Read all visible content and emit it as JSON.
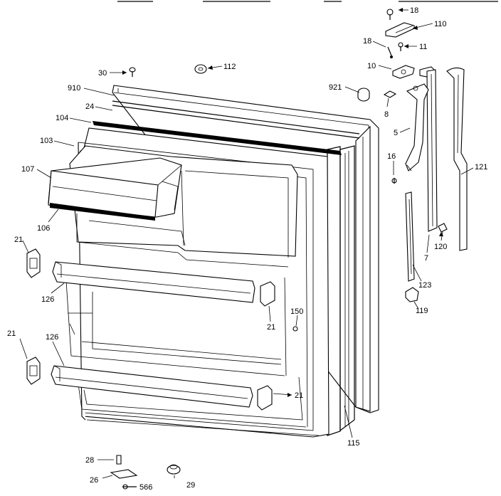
{
  "labels": {
    "l18a": "18",
    "l110": "110",
    "l18b": "18",
    "l11": "11",
    "l10": "10",
    "l30": "30",
    "l112": "112",
    "l910": "910",
    "l921": "921",
    "l8": "8",
    "l24": "24",
    "l104": "104",
    "l5": "5",
    "l103": "103",
    "l16": "16",
    "l121": "121",
    "l107": "107",
    "l106": "106",
    "l21a": "21",
    "l120": "120",
    "l7": "7",
    "l126a": "126",
    "l123": "123",
    "l119": "119",
    "l150": "150",
    "l21b": "21",
    "l21c": "21",
    "l126b": "126",
    "l21d": "21",
    "l115": "115",
    "l28": "28",
    "l26": "26",
    "l566": "566",
    "l29": "29"
  }
}
